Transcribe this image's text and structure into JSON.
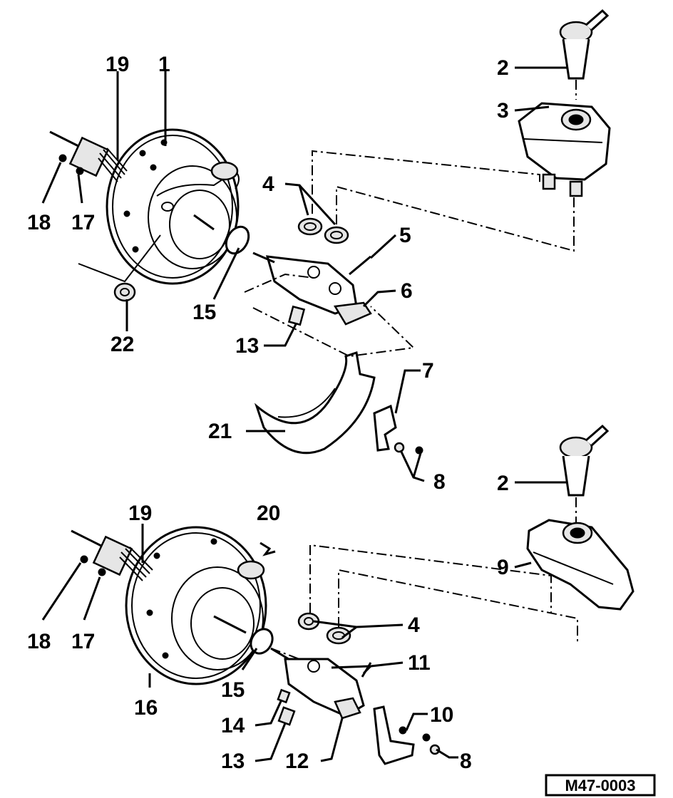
{
  "diagram": {
    "reference": "M47-0003",
    "labels": {
      "l1": "1",
      "l2a": "2",
      "l2b": "2",
      "l3": "3",
      "l4a": "4",
      "l4b": "4",
      "l5": "5",
      "l6": "6",
      "l7": "7",
      "l8a": "8",
      "l8b": "8",
      "l9": "9",
      "l10": "10",
      "l11": "11",
      "l12": "12",
      "l13a": "13",
      "l13b": "13",
      "l14": "14",
      "l15a": "15",
      "l15b": "15",
      "l16": "16",
      "l17a": "17",
      "l17b": "17",
      "l18a": "18",
      "l18b": "18",
      "l19a": "19",
      "l19b": "19",
      "l20": "20",
      "l21": "21",
      "l22": "22"
    }
  }
}
